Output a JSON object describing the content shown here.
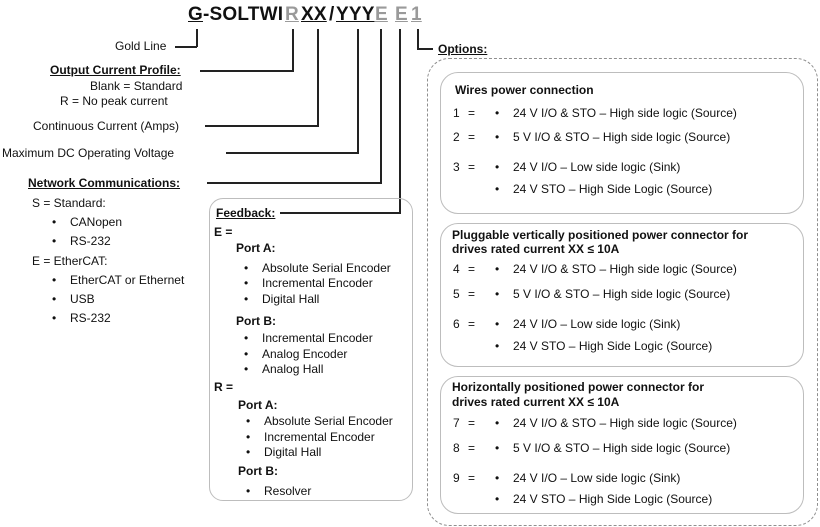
{
  "part_number": {
    "prefix": "G",
    "mid": "-SOLTWI",
    "r": "R",
    "xx": "XX",
    "slash": "/",
    "yyy": "YYY",
    "e1": "E",
    "e2": "E",
    "one": "1"
  },
  "left_labels": {
    "gold_line": "Gold Line",
    "output_profile_heading": "Output Current Profile:",
    "output_blank": "Blank = Standard",
    "output_r": "R = No peak current",
    "continuous_current": "Continuous Current (Amps)",
    "max_voltage": "Maximum  DC Operating Voltage",
    "network_heading": "Network Communications:",
    "s_standard": "S = Standard:",
    "s_items": [
      "CANopen",
      "RS-232"
    ],
    "e_ethercat": "E = EtherCAT:",
    "e_items": [
      "EtherCAT or Ethernet",
      "USB",
      "RS-232"
    ]
  },
  "feedback": {
    "heading": "Feedback:",
    "e_label": "E =",
    "e_port_a": "Port A:",
    "e_port_a_items": [
      "Absolute Serial Encoder",
      "Incremental Encoder",
      "Digital Hall"
    ],
    "e_port_b": "Port B:",
    "e_port_b_items": [
      "Incremental Encoder",
      "Analog Encoder",
      "Analog Hall"
    ],
    "r_label": "R =",
    "r_port_a": "Port A:",
    "r_port_a_items": [
      "Absolute Serial Encoder",
      "Incremental Encoder",
      "Digital Hall"
    ],
    "r_port_b": "Port B:",
    "r_port_b_items": [
      "Resolver"
    ]
  },
  "options": {
    "heading": "Options:",
    "groups": [
      {
        "title_line1": "Wires power connection",
        "title_line2": "",
        "rows": [
          {
            "num": "1",
            "eq": "=",
            "items": [
              "24 V I/O & STO – High side logic (Source)"
            ]
          },
          {
            "num": "2",
            "eq": "=",
            "items": [
              "5 V I/O & STO – High side logic (Source)"
            ]
          },
          {
            "num": "3",
            "eq": "=",
            "items": [
              "24 V I/O – Low side logic (Sink)",
              "24 V STO – High Side Logic (Source)"
            ]
          }
        ]
      },
      {
        "title_line1": "Pluggable vertically positioned power connector for",
        "title_line2": "drives rated current XX ≤ 10A",
        "rows": [
          {
            "num": "4",
            "eq": "=",
            "items": [
              "24 V I/O & STO – High side logic (Source)"
            ]
          },
          {
            "num": "5",
            "eq": "=",
            "items": [
              "5 V I/O & STO – High side logic (Source)"
            ]
          },
          {
            "num": "6",
            "eq": "=",
            "items": [
              "24 V I/O – Low side logic (Sink)",
              "24 V STO – High Side Logic (Source)"
            ]
          }
        ]
      },
      {
        "title_line1": "Horizontally positioned power connector for",
        "title_line2": "drives rated current XX ≤ 10A",
        "rows": [
          {
            "num": "7",
            "eq": "=",
            "items": [
              "24 V I/O & STO – High side logic (Source)"
            ]
          },
          {
            "num": "8",
            "eq": "=",
            "items": [
              "5 V I/O & STO – High side logic (Source)"
            ]
          },
          {
            "num": "9",
            "eq": "=",
            "items": [
              "24 V I/O – Low side logic (Sink)",
              "24 V STO – High Side Logic (Source)"
            ]
          }
        ]
      }
    ]
  }
}
